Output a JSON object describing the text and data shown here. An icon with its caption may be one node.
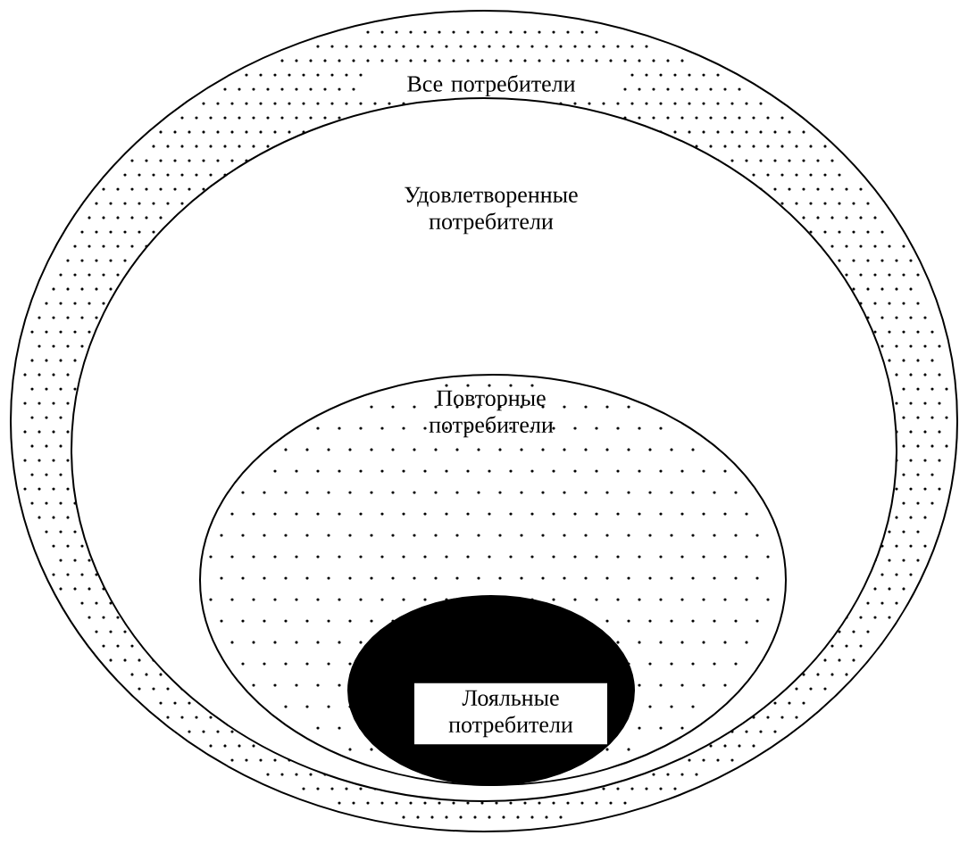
{
  "diagram": {
    "nodes": [
      {
        "text": [
          "Все потребители"
        ]
      },
      {
        "text": [
          "Удовлетворенные потребители"
        ],
        "in": 0
      },
      {
        "text": [
          "Повторные потребители"
        ],
        "in": 1
      },
      {
        "text": [
          "Лояльные потребители"
        ],
        "in": 2
      }
    ]
  }
}
